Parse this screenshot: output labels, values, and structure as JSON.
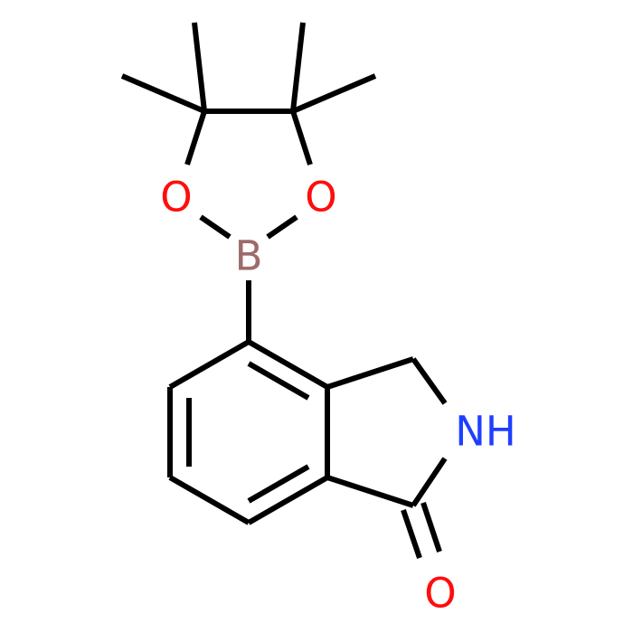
{
  "atoms": {
    "o_left": {
      "label": "O",
      "color": "#ff0d0d"
    },
    "o_right": {
      "label": "O",
      "color": "#ff0d0d"
    },
    "boron": {
      "label": "B",
      "color": "#9d6b6b"
    },
    "nh": {
      "label": "NH",
      "color": "#1f3fff"
    },
    "carbonyl_o": {
      "label": "O",
      "color": "#ff0d0d"
    }
  },
  "bond_color": "#000000"
}
